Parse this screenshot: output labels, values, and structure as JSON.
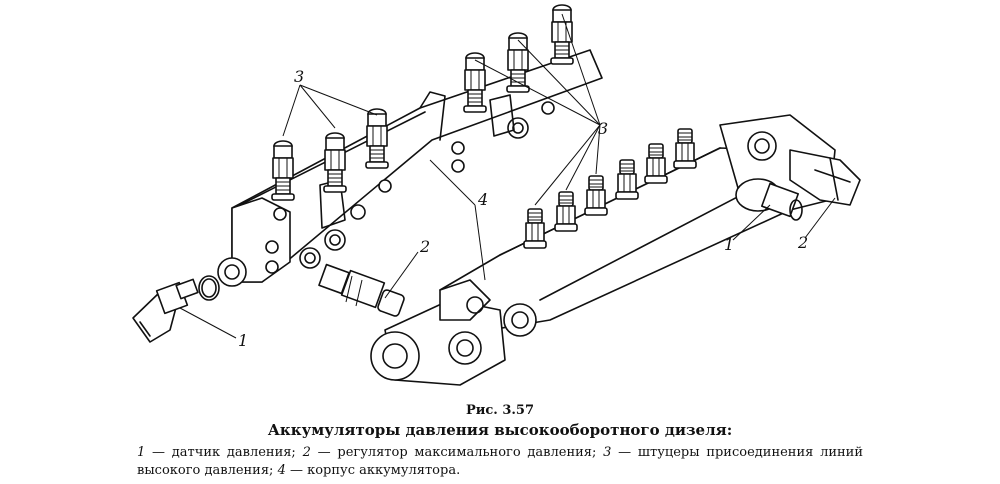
{
  "figure": {
    "callouts": {
      "label_1": "1",
      "label_2": "2",
      "label_3": "3",
      "label_4": "4"
    }
  },
  "caption": {
    "figure_number": "Рис. 3.57",
    "title": "Аккумуляторы давления высокооборотного дизеля:",
    "legend": [
      {
        "num": "1",
        "text": " — датчик давления; "
      },
      {
        "num": "2",
        "text": " — регулятор максимального давления; "
      },
      {
        "num": "3",
        "text": " — штуцеры присоединения линий высокого давления; "
      },
      {
        "num": "4",
        "text": " — корпус аккумулятора."
      }
    ]
  }
}
